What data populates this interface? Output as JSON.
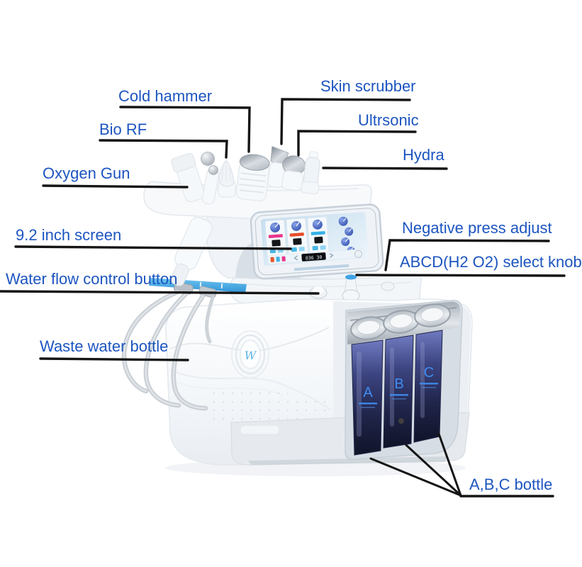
{
  "colors": {
    "label_text": "#1d55c0",
    "callout_line": "#151515",
    "bottle_letter": "#3f8cf0",
    "water_strip_blue": "#3f9fdd",
    "logo_blue": "#5cb2e8",
    "screen_bar_pink": "#e8368f",
    "screen_bar_red": "#e84a28",
    "screen_bar_cyan": "#36b2e8"
  },
  "labels": {
    "cold_hammer": "Cold hammer",
    "skin_scrubber": "Skin scrubber",
    "bio_rf": "Bio RF",
    "ultrsonic": "Ultrsonic",
    "oxygen_gun": "Oxygen Gun",
    "hydra": "Hydra",
    "screen_size": "9.2 inch screen",
    "negative_press": "Negative press adjust",
    "abcd_knob": "ABCD(H2 O2) select knob",
    "water_flow": "Water flow control button",
    "waste_water": "Waste water bottle",
    "abc_bottle": "A,B,C bottle"
  },
  "machine": {
    "logo_letter": "W",
    "bottle_letters": [
      "A",
      "B",
      "C"
    ],
    "screen_display": "036 30"
  }
}
